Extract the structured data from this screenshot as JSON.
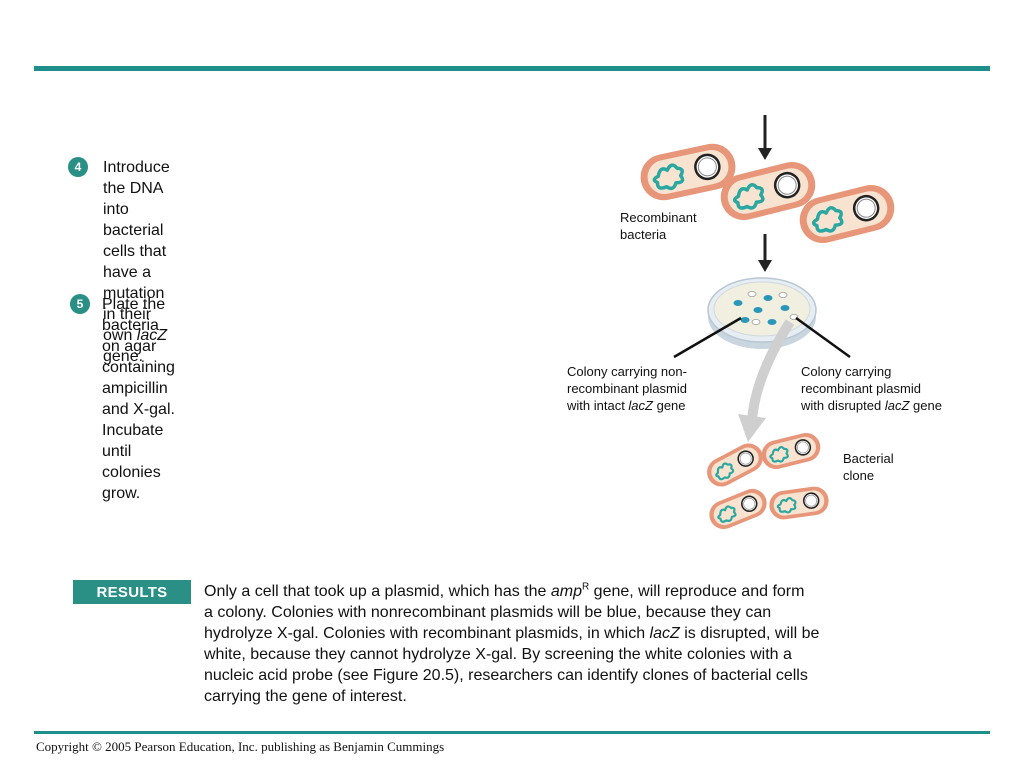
{
  "steps": [
    {
      "number": "4",
      "line1": "Introduce the DNA into bacterial cells that have a",
      "line2_pre": "mutation in their own ",
      "line2_italic": "lacZ",
      "line2_post": " gene."
    },
    {
      "number": "5",
      "line1": "Plate the bacteria on agar containing",
      "line2": "ampicillin and X-gal. Incubate until",
      "line3": "colonies grow."
    }
  ],
  "labels": {
    "recombinant_line1": "Recombinant",
    "recombinant_line2": "bacteria",
    "nonrec_line1": "Colony carrying non-",
    "nonrec_line2": "recombinant plasmid",
    "nonrec_line3_pre": "with intact ",
    "nonrec_line3_italic": "lacZ",
    "nonrec_line3_post": " gene",
    "rec_line1": "Colony carrying",
    "rec_line2": "recombinant plasmid",
    "rec_line3_pre": "with disrupted ",
    "rec_line3_italic": "lacZ",
    "rec_line3_post": " gene",
    "clone_line1": "Bacterial",
    "clone_line2": "clone"
  },
  "results": {
    "badge": "RESULTS",
    "l1_pre": "Only a cell that took up a plasmid, which has the ",
    "l1_amp": "amp",
    "l1_sup": "R",
    "l1_post": " gene, will reproduce and form",
    "l2": "a colony. Colonies with nonrecombinant plasmids will be blue, because they can",
    "l3_pre": "hydrolyze X-gal. Colonies with recombinant plasmids, in which ",
    "l3_italic": "lacZ",
    "l3_post": " is disrupted, will be",
    "l4": "white, because they cannot hydrolyze X-gal. By screening the white colonies with a",
    "l5": "nucleic acid probe (see Figure 20.5), researchers can identify clones of bacterial cells",
    "l6": "carrying the gene of interest."
  },
  "footer": {
    "copyright": "Copyright © 2005 Pearson Education, Inc. publishing as Benjamin Cummings"
  },
  "colors": {
    "accent": "#1f8f8c",
    "badge": "#2a8f84",
    "cell_outer": "#e8967a",
    "cell_inner": "#f7e3cf",
    "dna": "#2aa7a0",
    "colony_blue": "#2a96b8",
    "plate": "#d9e5ee"
  }
}
